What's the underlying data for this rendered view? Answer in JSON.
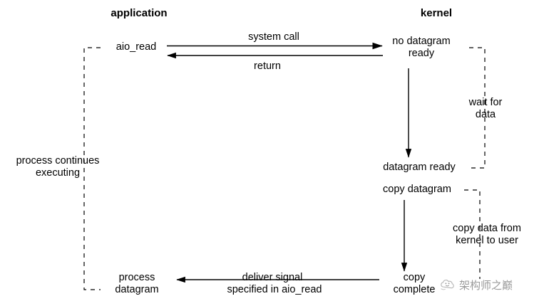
{
  "diagram": {
    "title_left": "application",
    "title_right": "kernel",
    "type": "sequence-diagram",
    "columns": [
      {
        "name": "application",
        "label": "application"
      },
      {
        "name": "kernel",
        "label": "kernel"
      }
    ],
    "app_nodes": [
      {
        "name": "aio-read",
        "text": "aio_read"
      },
      {
        "name": "process-continues-executing",
        "text": "process continues\nexecuting"
      },
      {
        "name": "process-datagram",
        "text": "process\ndatagram"
      }
    ],
    "kernel_nodes": [
      {
        "name": "no-datagram-ready",
        "text": "no datagram\nready"
      },
      {
        "name": "datagram-ready",
        "text": "datagram ready"
      },
      {
        "name": "copy-datagram",
        "text": "copy datagram"
      },
      {
        "name": "copy-complete",
        "text": "copy\ncomplete"
      }
    ],
    "arrow_labels": [
      {
        "name": "system-call",
        "text": "system call"
      },
      {
        "name": "return",
        "text": "return"
      },
      {
        "name": "deliver-signal",
        "text": "deliver signal"
      },
      {
        "name": "specified-in-aio-read",
        "text": "specified in aio_read"
      }
    ],
    "bracket_labels": [
      {
        "name": "wait-for-data",
        "text": "wait for\ndata"
      },
      {
        "name": "copy-data-from-kernel-to-user",
        "text": "copy data from\nkernel to user"
      }
    ],
    "watermark": {
      "text": "架构师之巅",
      "icon": "smiley-cloud-icon"
    },
    "colors": {
      "stroke": "#000000",
      "background": "#ffffff",
      "watermark": "#9a9a9a"
    }
  }
}
